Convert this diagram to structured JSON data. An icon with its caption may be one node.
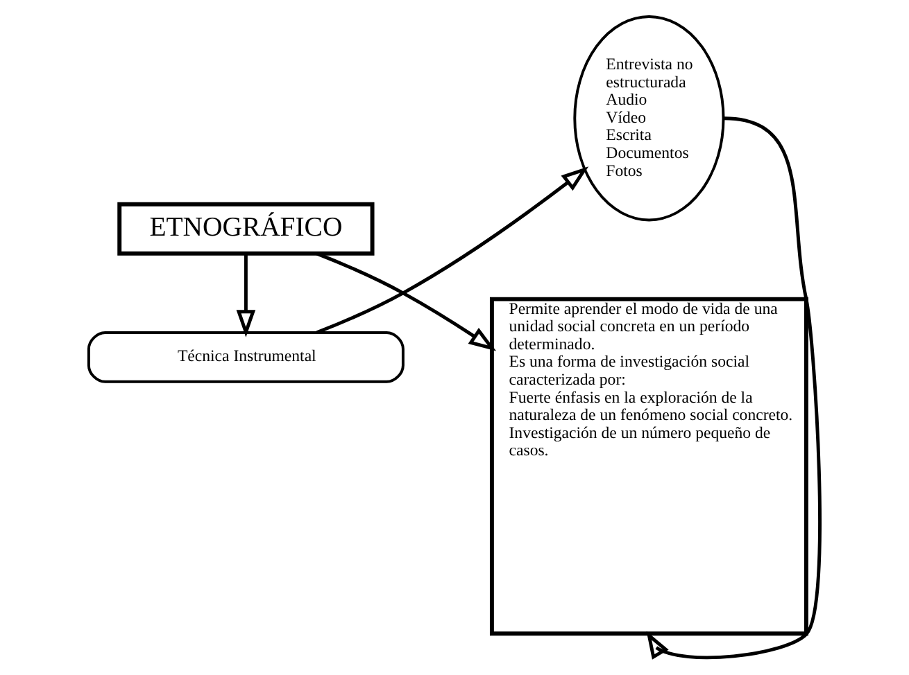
{
  "diagram": {
    "nodes": [
      {
        "text": [
          "ETNOGRÁFICO"
        ]
      },
      {
        "text": [
          "Permite aprender el modo de vida de una unidad social concreta en un período determinado.",
          "Es una forma de investigación social caracterizada por:",
          "Fuerte énfasis en la exploración de la naturaleza de un fenómeno social concreto.",
          "Investigación de un número pequeño de casos."
        ]
      },
      {
        "text": [
          "Técnica Instrumental"
        ]
      },
      {
        "text": [
          "Entrevista no estructurada",
          "Audio",
          "Vídeo",
          "Escrita",
          "Documentos",
          "Fotos"
        ]
      }
    ],
    "edges": [
      {
        "from": 0,
        "to": 1,
        "arrow": "to"
      },
      {
        "from": 0,
        "to": 2,
        "arrow": "to"
      },
      {
        "from": 2,
        "to": 3,
        "arrow": "to"
      },
      {
        "from": 3,
        "to": 1,
        "arrow": "to"
      }
    ]
  }
}
